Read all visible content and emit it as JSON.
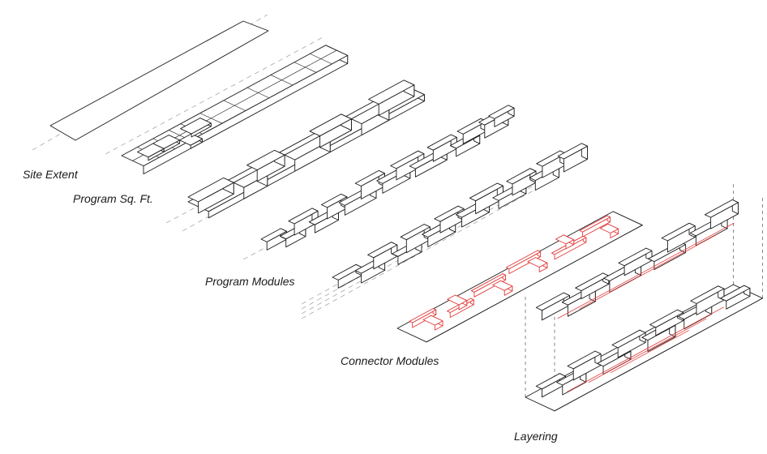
{
  "labels": {
    "site_extent": "Site Extent",
    "program_sq_ft": "Program Sq. Ft.",
    "program_modules": "Program Modules",
    "connector_modules": "Connector Modules",
    "layering": "Layering"
  },
  "colors": {
    "line": "#1b1b1b",
    "connector": "#e23b3b",
    "guide": "#9a9a9a",
    "background": "#ffffff"
  }
}
